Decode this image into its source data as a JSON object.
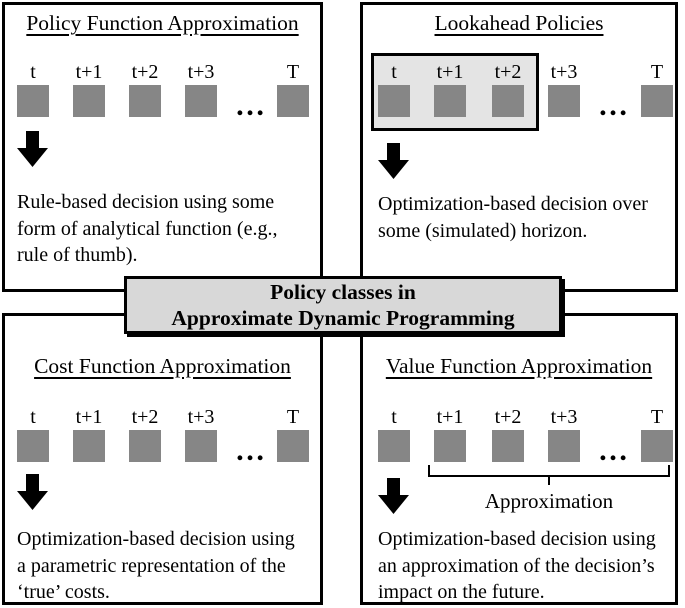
{
  "figure": {
    "center_box": {
      "line1": "Policy classes in",
      "line2": "Approximate Dynamic Programming"
    }
  },
  "quadrants": [
    {
      "title": "Policy Function Approximation",
      "timeline": {
        "labels": [
          "t",
          "t+1",
          "t+2",
          "t+3",
          "T"
        ],
        "ellipsis": "…"
      },
      "description_lines": [
        "Rule-based decision using some",
        "form of analytical function (e.g.,",
        "rule of thumb)."
      ]
    },
    {
      "title": "Lookahead Policies",
      "timeline": {
        "labels": [
          "t",
          "t+1",
          "t+2",
          "t+3",
          "T"
        ],
        "ellipsis": "…",
        "highlighted_steps": [
          "t",
          "t+1",
          "t+2"
        ]
      },
      "description_lines": [
        "Optimization-based decision over",
        "some (simulated) horizon."
      ]
    },
    {
      "title": "Cost Function Approximation",
      "timeline": {
        "labels": [
          "t",
          "t+1",
          "t+2",
          "t+3",
          "T"
        ],
        "ellipsis": "…"
      },
      "description_lines": [
        "Optimization-based decision using",
        "a parametric representation of the",
        "‘true’ costs."
      ]
    },
    {
      "title": "Value Function Approximation",
      "timeline": {
        "labels": [
          "t",
          "t+1",
          "t+2",
          "t+3",
          "T"
        ],
        "ellipsis": "…"
      },
      "brace_label": "Approximation",
      "description_lines": [
        "Optimization-based decision using",
        "an approximation of the decision’s",
        "impact on the future."
      ]
    }
  ],
  "colors": {
    "square_fill": "#868686",
    "highlight_fill": "#e4e4e4",
    "center_fill": "#d8d8d8",
    "line": "#000000"
  }
}
